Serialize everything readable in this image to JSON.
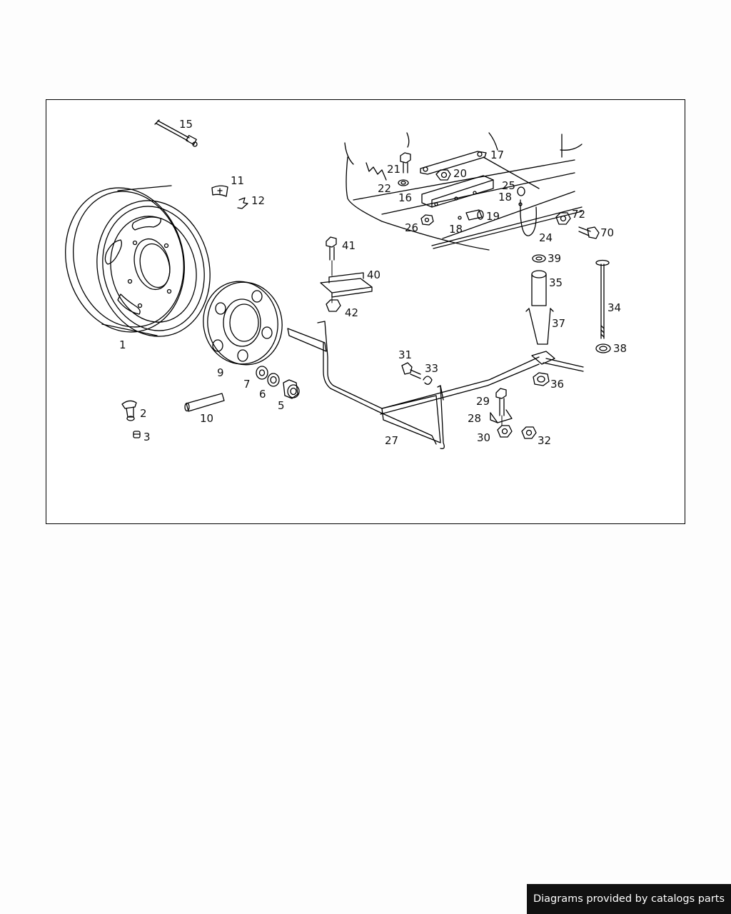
{
  "footer": {
    "text": "Diagrams provided by catalogs parts"
  },
  "diagram": {
    "callouts": [
      "1",
      "2",
      "3",
      "5",
      "6",
      "7",
      "9",
      "10",
      "11",
      "12",
      "15",
      "16",
      "17",
      "18",
      "18",
      "19",
      "20",
      "21",
      "22",
      "24",
      "25",
      "26",
      "27",
      "28",
      "29",
      "30",
      "31",
      "32",
      "33",
      "34",
      "35",
      "36",
      "37",
      "38",
      "39",
      "40",
      "41",
      "42",
      "70",
      "72"
    ]
  }
}
